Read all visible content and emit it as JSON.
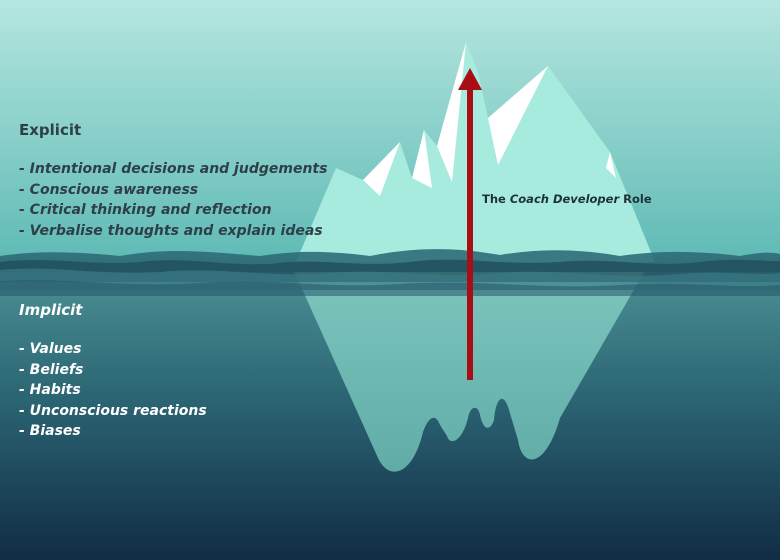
{
  "explicit": {
    "heading": "Explicit",
    "items": [
      "- Intentional decisions and judgements",
      "- Conscious awareness",
      "- Critical thinking and reflection",
      "- Verbalise thoughts and explain ideas"
    ]
  },
  "implicit": {
    "heading": "Implicit",
    "items": [
      "- Values",
      "- Beliefs",
      "- Habits",
      "- Unconscious reactions",
      "- Biases"
    ]
  },
  "role_label": {
    "prefix": "The ",
    "emphasis": "Coach Developer",
    "suffix": " Role"
  },
  "colors": {
    "sky_top": "#b6e6e0",
    "sky_bottom": "#5fbab5",
    "deep_top": "#4a8e93",
    "deep_bottom": "#15324a",
    "ice": "#a9ece0",
    "ice_highlight": "#ffffff",
    "ice_under": "#7ac8bf",
    "arrow": "#a80e14",
    "waves": "#1f4d5c"
  }
}
